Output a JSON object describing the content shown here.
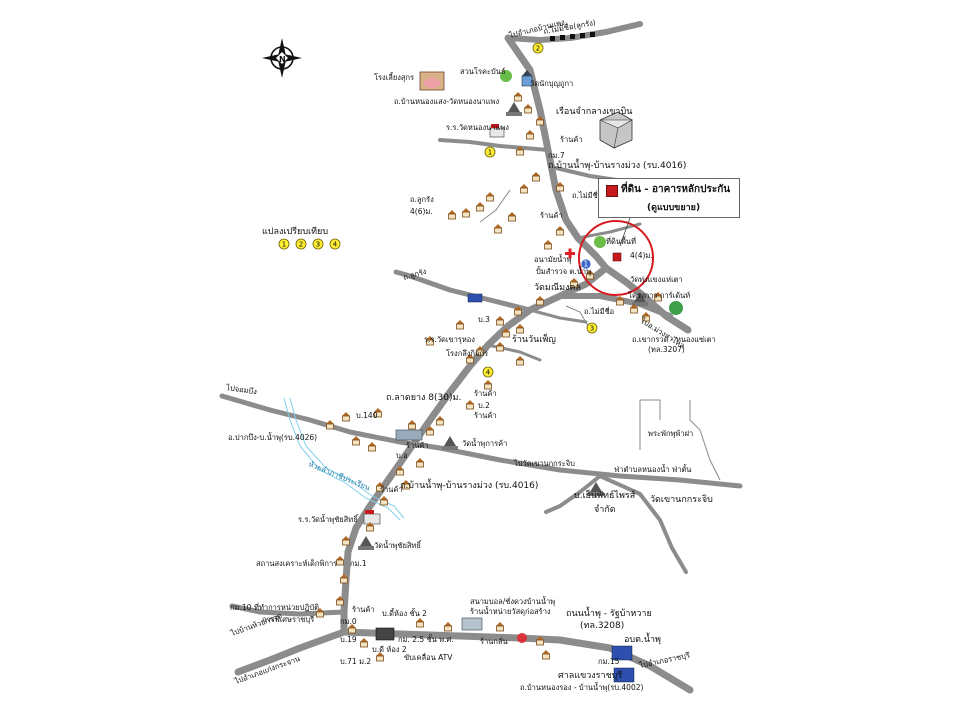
{
  "compass": {
    "north_label": "N"
  },
  "legend": {
    "line1": "ที่ดิน - อาคารหลักประกัน",
    "line2": "(ดูแบบขยาย)",
    "marker_color": "#c8191e"
  },
  "comparison": {
    "title": "แปลงเปรียบเทียบ",
    "items": [
      "1",
      "2",
      "3",
      "4"
    ]
  },
  "markers": {
    "m1": "1",
    "m2": "2",
    "m3": "3",
    "m4": "4",
    "subject": "1"
  },
  "labels": {
    "road_top": "ไปอำเภอบ้านแพง",
    "top_north": "ถ.ไม่มีชื่อ(ลูกรัง)",
    "pig_farm": "โรงเลี้ยงสุกร",
    "rubber_garden": "สวนโรคะบันธ์",
    "wat_top": "วัดนักบุญถูกา",
    "road_nongsaeng": "ถ.บ้านหนองแสง-วัดหนองนาแพง",
    "school_top": "ร.ร.วัดหนองนาแพง",
    "wat_nong": "วัดหนองนาแพงว",
    "factory": "เรือนจำกลางเขาบิน",
    "shop1": "ร้านค้า",
    "km7": "กม.7",
    "road_4016_top": "ถ.บ้านน้ำพุ-บ้านรางม่วง (รบ.4016)",
    "no_name_road": "ถ.ไม่มีชื่อ",
    "lukrang": "ถ.ลูกรัง",
    "lukrang2": "4(6)ม.",
    "shop2": "ร้านค้า",
    "subject_a": "ที่ดินพื้นที่",
    "subject_b": "อนามัยน้ำพุ",
    "subject_c": "ปั้มสำรวจ ต.น้ำพุ",
    "subject_d": "4(4)ม.",
    "wat_mongkol": "วัดมณีมงคล",
    "wat_thong": "วัดทุ่งแขงแห่เตา",
    "garden": "โครงการ การ์เด้นท์",
    "nomprai": "ถ.ไม่มีชื่อ",
    "road_soi": "ถ.ลูกรัง",
    "road_3207": "ถ.เขากรวด - หนองแซ่เตา",
    "road_3207b": "(ทล.3207)",
    "school_mid": "ร.ร.วัดเขารุหอง",
    "shop_kim": "ร้านวันเพ็ญ",
    "factory2": "โรงกลึงกิจกร",
    "rb3": "บ.3",
    "road_latyao": "ถ.ลาดยาง 8(30)ม.",
    "shop3": "ร้านค้า",
    "shop4": "ร้านค้า",
    "village_b": "บ.2",
    "road_left_top": "ไปจอมบึง",
    "km140": "บ.140",
    "road_pakbueng": "อ.ปากบึง-บ.น้ำพุ(รบ.4026)",
    "canal_name": "ห้วยลำภาชีประเรียน",
    "shop_num": "บ.อ",
    "wat_shop": "ร้านค้า",
    "temple_kaew": "วัดน้ำพุการค้า",
    "road_rb4016": "ถ.บ้านน้ำพุ-บ้านรางม่วง (รบ.4016)",
    "to_rangchao": "ไปวัดเขานกกระจิบ",
    "village_shrine": "บ.เย็นพัทธ์ไพรส์",
    "shrine_small": "จำกัด",
    "wat_kao": "วัดเขานกกระจิบ",
    "mountain1": "พระพักพุพ้าฝา",
    "mountain2": "ฟ่าตำบลหนองน้ำ ฟ่าตั้น",
    "shop5": "ร้านค้า",
    "school_bot": "ร.ร.วัดน้ำพุชัยสิทธิ์",
    "wat_bot": "วัดน้ำพุชัยสิทธิ์",
    "welfare": "สถานสงเคราะห์เด็กพิการ",
    "gm1": "กม.1",
    "gov_office": "ที่ทำการหน่วยปฏิบัติ",
    "gov_office2": "การพิเศษราชบุรี",
    "gm10": "กม.10",
    "gm0": "กม.0",
    "shop6": "ร้านค้า",
    "house_2": "บ.ดี้ห้อง ชั้น 2",
    "km19": "บ.19",
    "village_71": "บ.ดี ห้อง 2",
    "road_bot_left1": "ไปบ้านห้วยกรวด",
    "road_bot_left2": "ไปอำเภอแก่งกระจาน",
    "atv": "กม. 2.5 ชั้น พ.ศ.",
    "atv2": "ขับเคลื่อน ATV",
    "village_71b": "บ.71 ม.2",
    "school_train": "สนามบอล/ชั่งดวงบ้านน้ำพุ",
    "school_train2": "ร้านน้ำหน่ายวัสดุก่อสร้าง",
    "train_stop": "ร้านกลั่น",
    "road_3208": "ถนนน้ำพุ - รัฐบ้าหวาย",
    "road_3208b": "(ทล.3208)",
    "obt": "อบต.น้ำพุ",
    "km15": "กม.15",
    "court": "ศาลแขวงราชบุรี",
    "road_bot_right": "ไปอำเภอราชบุรี",
    "road_bot_main": "ถ.บ้านหนองรอง - บ้านน้ำพุ(รบ.4002)",
    "to_bangpong": "ไปอ.ม่วงสาไหล"
  }
}
